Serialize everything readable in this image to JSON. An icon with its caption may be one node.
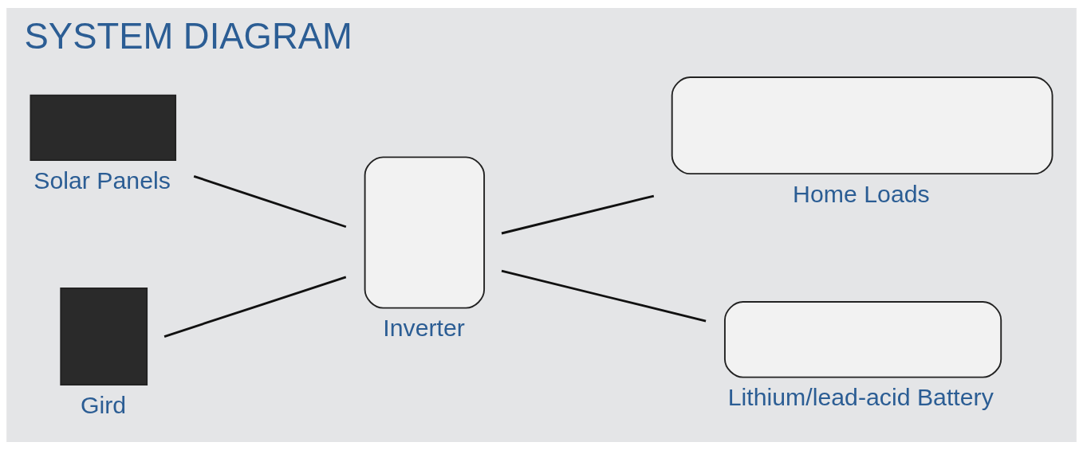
{
  "diagram": {
    "title": "SYSTEM DIAGRAM",
    "nodes": [
      {
        "text": [],
        "shape": "box",
        "beside": [
          "Solar Panels"
        ]
      },
      {
        "text": [],
        "shape": "box",
        "beside": [
          "Gird"
        ]
      },
      {
        "text": [],
        "shape": "box",
        "beside": [
          "Inverter"
        ]
      },
      {
        "text": [],
        "shape": "box",
        "beside": [
          "Home Loads"
        ]
      },
      {
        "text": [],
        "shape": "box",
        "beside": [
          "Lithium/lead-acid Battery"
        ]
      }
    ],
    "edges": [
      {
        "from": 0,
        "to": 2,
        "arrow": "none"
      },
      {
        "from": 1,
        "to": 2,
        "arrow": "none"
      },
      {
        "from": 2,
        "to": 3,
        "arrow": "none"
      },
      {
        "from": 2,
        "to": 4,
        "arrow": "none"
      }
    ]
  }
}
